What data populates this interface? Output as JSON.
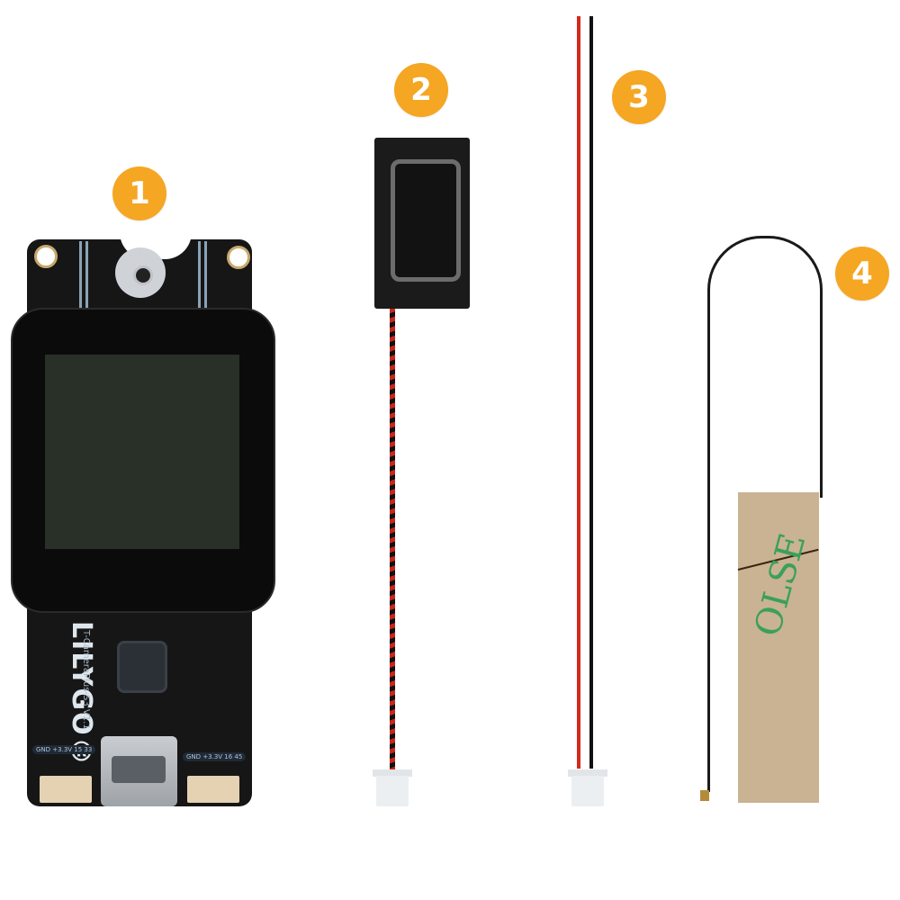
{
  "scene": {
    "background": "#ffffff",
    "badge_color": "#f5a623",
    "items": [
      {
        "number": "1",
        "name": "LILYGO T-CameraPlus-S3 board"
      },
      {
        "number": "2",
        "name": "speaker with twisted-pair lead"
      },
      {
        "number": "3",
        "name": "red/black 2-wire cable"
      },
      {
        "number": "4",
        "name": "adhesive FPC antenna"
      }
    ]
  },
  "board": {
    "logo": "LILYGO®",
    "model": "T-CameraPlus-S3 V1.1",
    "pin_label_left": "GND +3.3V 15 33",
    "pin_label_right": "GND +3.3V 16 45"
  },
  "antenna": {
    "tape_text": "OLSE"
  }
}
